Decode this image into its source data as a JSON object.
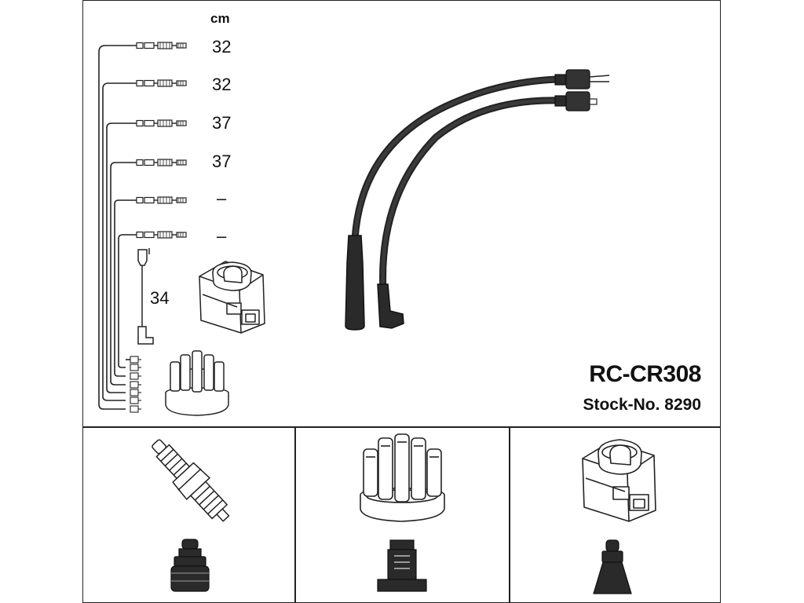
{
  "header": {
    "unit_label": "cm"
  },
  "lengths": [
    "32",
    "32",
    "37",
    "37",
    "–",
    "–"
  ],
  "coil_lead_length": "34",
  "product": {
    "code": "RC-CR308",
    "stock": "Stock-No. 8290"
  },
  "icons": {
    "main": [
      "ignition-lead-set",
      "ignition-coil",
      "distributor-cap",
      "coil-lead"
    ],
    "bottom": [
      "spark-plug",
      "distributor-cap",
      "ignition-coil",
      "spark-plug-boot",
      "distributor-cap-boot",
      "coil-boot"
    ]
  }
}
